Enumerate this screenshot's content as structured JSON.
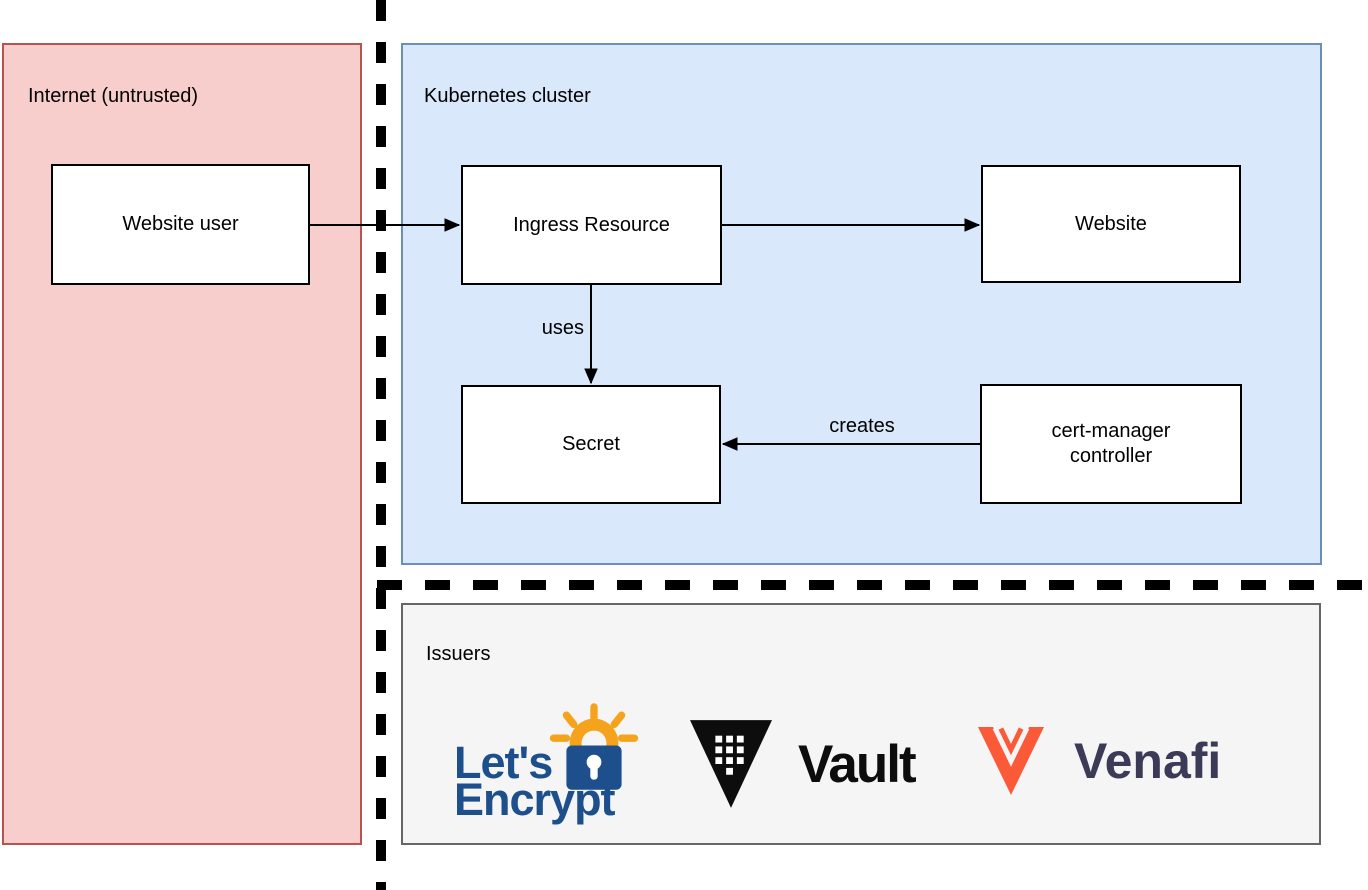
{
  "regions": {
    "internet": {
      "label": "Internet (untrusted)"
    },
    "cluster": {
      "label": "Kubernetes cluster"
    },
    "issuers": {
      "label": "Issuers"
    }
  },
  "nodes": {
    "website_user": {
      "label": "Website user"
    },
    "ingress": {
      "label": "Ingress Resource"
    },
    "website": {
      "label": "Website"
    },
    "secret": {
      "label": "Secret"
    },
    "cert_manager": {
      "label": "cert-manager controller"
    }
  },
  "edges": {
    "ingress_to_secret": {
      "label": "uses"
    },
    "certmanager_to_secret": {
      "label": "creates"
    }
  },
  "logos": {
    "letsencrypt": {
      "line1": "Let's",
      "line2": "Encrypt"
    },
    "vault": {
      "label": "Vault"
    },
    "venafi": {
      "label": "Venafi"
    }
  },
  "colors": {
    "internet_fill": "#f8cecc",
    "internet_border": "#b85450",
    "cluster_fill": "#dae8fc",
    "cluster_border": "#6c8ebf",
    "issuers_fill": "#f5f5f5",
    "issuers_border": "#666666",
    "node_fill": "#ffffff",
    "node_border": "#000000",
    "line_color": "#000000",
    "letsencrypt_blue": "#1d4f8c",
    "letsencrypt_orange": "#f5a31d",
    "vault_black": "#0d0d0d",
    "venafi_orange": "#fa5a37",
    "venafi_navy": "#3b3b58"
  }
}
